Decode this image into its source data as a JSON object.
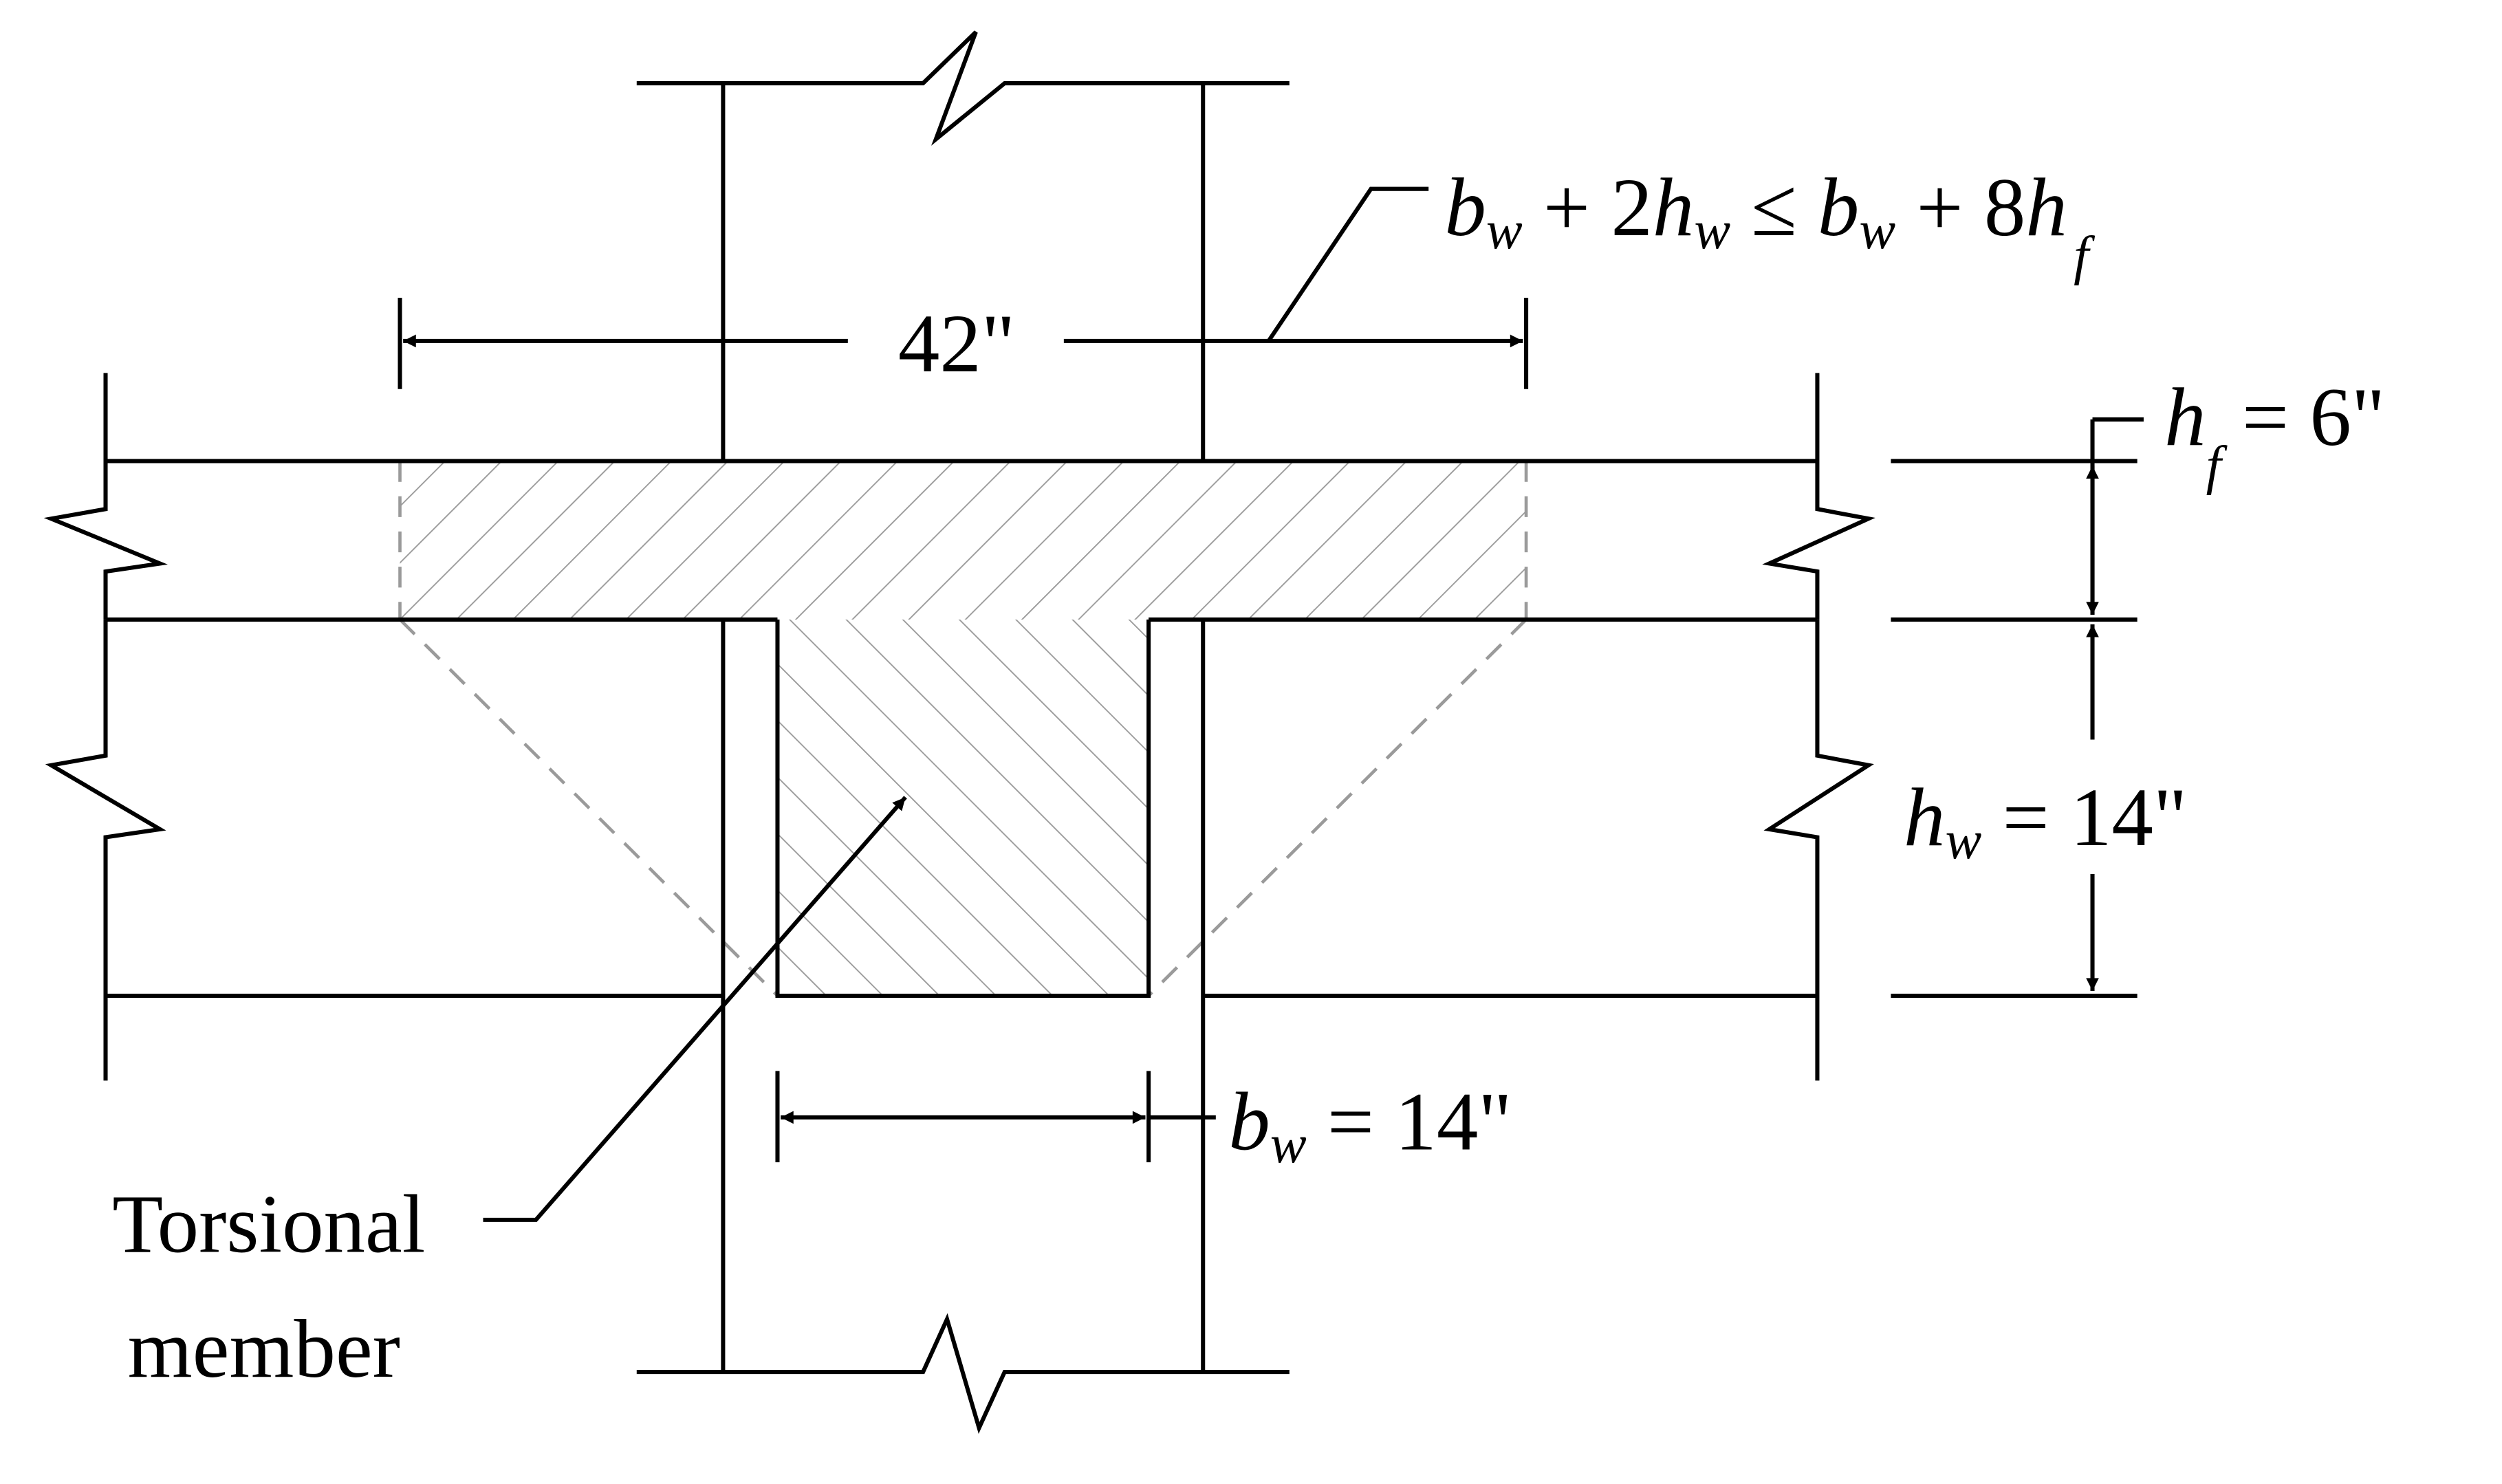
{
  "labels": {
    "dim_width": "42\"",
    "effective_width": {
      "b": "b",
      "w": "w",
      "mid": " + 2",
      "h": "h",
      "leq": " ≤ ",
      "plus8": " + 8",
      "f": "f"
    },
    "hf": {
      "h": "h",
      "f": "f",
      "value": " = 6\""
    },
    "hw": {
      "h": "h",
      "w": "w",
      "value": " = 14\""
    },
    "bw": {
      "b": "b",
      "w": "w",
      "value": " = 14\""
    },
    "torsional": {
      "line1": "Torsional",
      "line2": "member"
    }
  }
}
